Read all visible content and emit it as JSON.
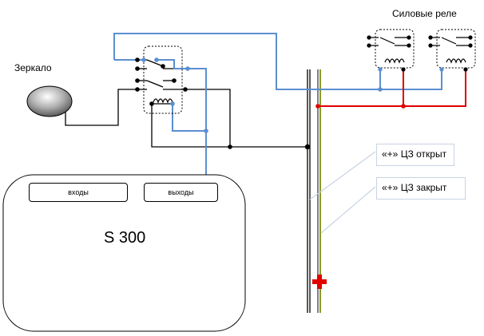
{
  "labels": {
    "mirror": "Зеркало",
    "power_relays": "Силовые реле",
    "controller": "S 300",
    "inputs": "входы",
    "outputs": "выходы",
    "lock_open": "«+» ЦЗ открыт",
    "lock_closed": "«+» ЦЗ закрыт"
  },
  "colors": {
    "wire_black": "#000000",
    "wire_blue": "#5b8fd0",
    "wire_red": "#e00000",
    "bus_green": "#8a9a2a",
    "plus_marker": "#e00000",
    "mirror_fill": "#9a9a9a",
    "callout_border": "#c9d3e3"
  },
  "icons": {
    "relay": "relay-icon",
    "mirror": "mirror-icon",
    "plus": "plus-icon"
  }
}
